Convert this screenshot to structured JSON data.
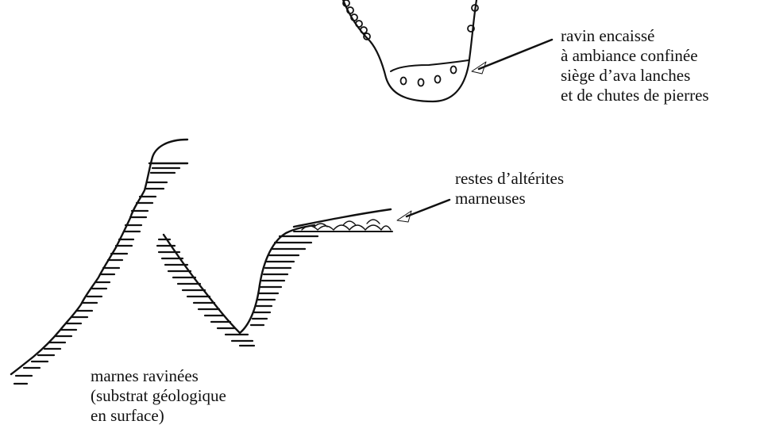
{
  "labels": {
    "ravin": {
      "lines": [
        "ravin encaissé",
        "à ambiance confinée",
        "siège d’ava  lanches",
        "et de chutes de pierres"
      ]
    },
    "alterites": {
      "lines": [
        "restes d’altérites",
        "marneuses"
      ]
    },
    "marnes": {
      "lines": [
        "marnes ravinées",
        "(substrat géologique",
        "en surface)"
      ]
    }
  }
}
